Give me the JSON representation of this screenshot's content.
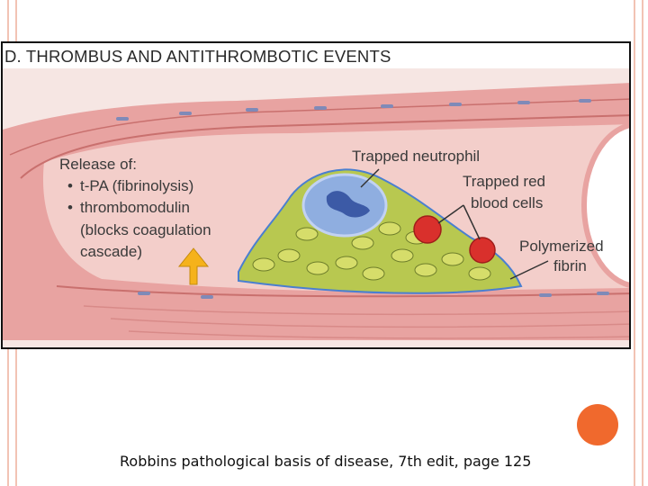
{
  "diagram": {
    "title": "D. THROMBUS AND ANTITHROMBOTIC EVENTS",
    "release_heading": "Release of:",
    "release_items": [
      "t-PA (fibrinolysis)",
      "thrombomodulin"
    ],
    "release_continuation": [
      "(blocks coagulation",
      "cascade)"
    ],
    "labels": {
      "neutrophil": "Trapped neutrophil",
      "red_cells_line1": "Trapped red",
      "red_cells_line2": "blood cells",
      "fibrin_line1": "Polymerized",
      "fibrin_line2": "fibrin"
    }
  },
  "caption": "Robbins pathological basis of disease, 7th edit, page 125",
  "colors": {
    "vessel_wall": "#e8a3a1",
    "lumen": "#f3ceca",
    "thrombus": "#b8c850",
    "neutrophil": "#8faee0",
    "red_cell": "#d9302c",
    "arrow": "#f5b21b",
    "accent_dot": "#f0692d",
    "frame_lines": "#f2c3b4"
  }
}
